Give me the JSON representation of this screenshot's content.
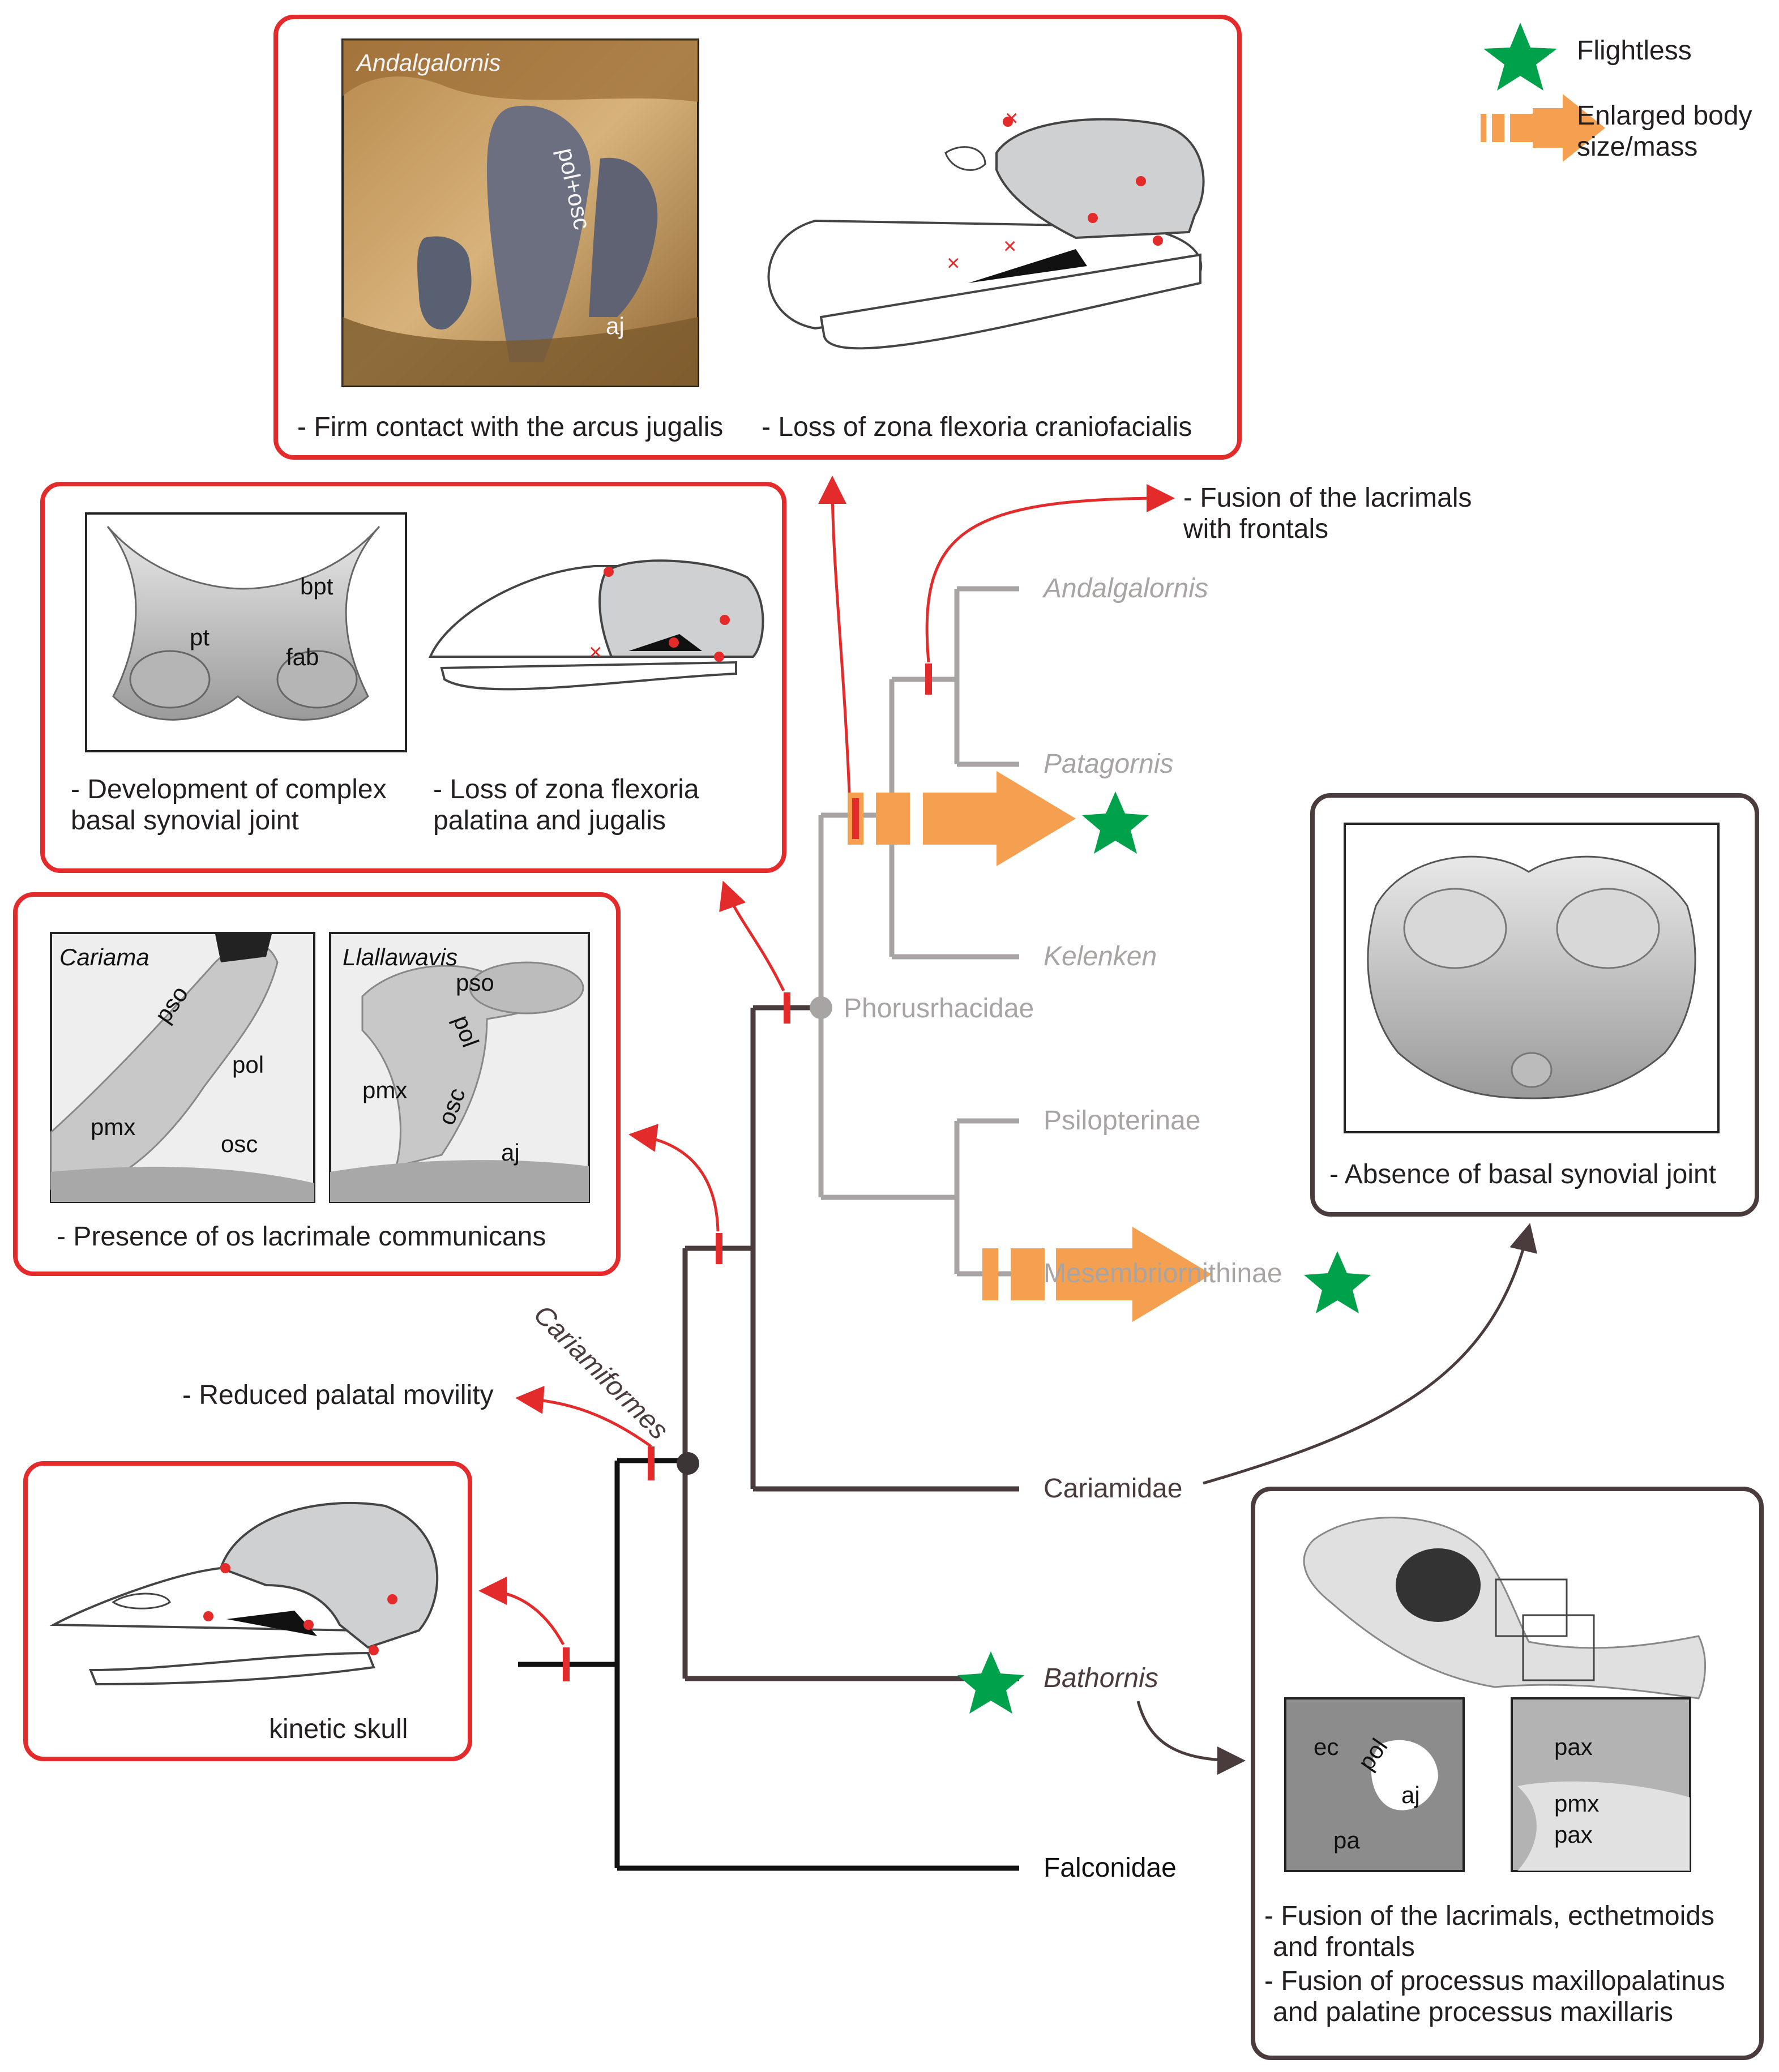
{
  "legend": {
    "flightless": "Flightless",
    "enlarged_line1": "Enlarged body",
    "enlarged_line2": "size/mass"
  },
  "colors": {
    "red": "#e32b2b",
    "orange": "#f5a050",
    "green": "#00a14b",
    "dark_brown": "#4a3c3c",
    "gray": "#a8a4a4",
    "black": "#111111",
    "skull_gray": "#cfd0d2"
  },
  "taxa": {
    "andalgalornis": "Andalgalornis",
    "patagornis": "Patagornis",
    "kelenken": "Kelenken",
    "phorusrhacidae": "Phorusrhacidae",
    "psilopterinae": "Psilopterinae",
    "mesembriornithinae": "Mesembriornithinae",
    "cariamidae": "Cariamidae",
    "bathornis": "Bathornis",
    "falconidae": "Falconidae",
    "cariamiformes": "Cariamiformes"
  },
  "annotations": {
    "lacrimals_frontals_1": "- Fusion of the lacrimals",
    "lacrimals_frontals_2": "with frontals",
    "reduced_palatal": "- Reduced palatal movility"
  },
  "boxes": {
    "andalgalornis_box": {
      "photo_title": "Andalgalornis",
      "label_polosc": "pol+osc",
      "label_aj": "aj",
      "caption_left": "- Firm contact with the arcus jugalis",
      "caption_right": "- Loss of zona flexoria craniofacialis"
    },
    "basal_joint_box": {
      "labels": [
        "bpt",
        "pt",
        "fab"
      ],
      "caption_left_1": "- Development of complex",
      "caption_left_2": "basal synovial joint",
      "caption_right_1": "- Loss of zona flexoria",
      "caption_right_2": "palatina and jugalis"
    },
    "lacrimale_box": {
      "left_title": "Cariama",
      "right_title": "Llallawavis",
      "left_labels": [
        "pso",
        "pol",
        "pmx",
        "osc"
      ],
      "right_labels": [
        "pso",
        "pol",
        "pmx",
        "osc",
        "aj"
      ],
      "caption": "- Presence of os lacrimale communicans"
    },
    "kinetic_box": {
      "caption": "kinetic skull"
    },
    "cariamidae_box": {
      "caption": "- Absence of basal synovial joint"
    },
    "bathornis_box": {
      "left_labels": [
        "ec",
        "pol",
        "aj",
        "pa"
      ],
      "right_labels": [
        "pax",
        "pmx",
        "pax"
      ],
      "caption_1": "- Fusion of the lacrimals, ecthetmoids",
      "caption_2": "and frontals",
      "caption_3": "- Fusion of processus maxillopalatinus",
      "caption_4": "and palatine processus maxillaris"
    }
  }
}
